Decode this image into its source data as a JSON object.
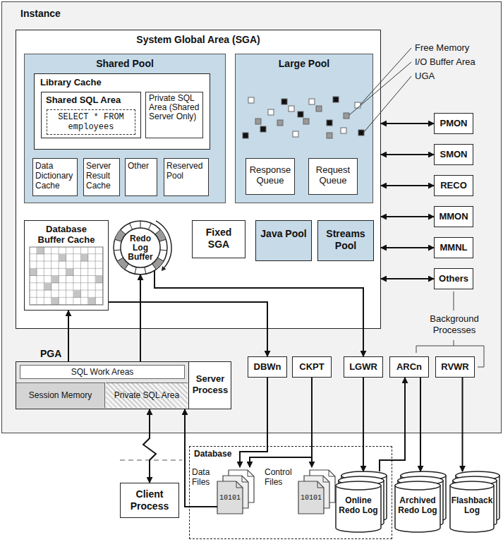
{
  "diagram": {
    "nodes": [
      {
        "text": [
          "Instance"
        ]
      },
      {
        "text": [
          "System Global Area (SGA)"
        ],
        "in": 0
      },
      {
        "text": [
          "Shared Pool"
        ],
        "in": 1
      },
      {
        "text": [
          "Library Cache"
        ],
        "in": 2
      },
      {
        "text": [
          "Shared SQL Area"
        ],
        "in": 3
      },
      {
        "text": [
          "SELECT * FROM employees"
        ],
        "in": 4
      },
      {
        "text": [
          "Private SQL Area (Shared Server Only)"
        ],
        "in": 3
      },
      {
        "text": [
          "Data Dictionary Cache"
        ],
        "in": 2
      },
      {
        "text": [
          "Server Result Cache"
        ],
        "in": 2
      },
      {
        "text": [
          "Other"
        ],
        "in": 2
      },
      {
        "text": [
          "Reserved Pool"
        ],
        "in": 2
      },
      {
        "text": [
          "Large Pool"
        ],
        "in": 1
      },
      {
        "text": [
          "Response Queue"
        ],
        "in": 11
      },
      {
        "text": [
          "Request Queue"
        ],
        "in": 11
      },
      {
        "text": [
          "Database Buffer Cache"
        ],
        "in": 1
      },
      {
        "text": [
          "Redo Log Buffer"
        ],
        "in": 1
      },
      {
        "text": [
          "Fixed SGA"
        ],
        "in": 1
      },
      {
        "text": [
          "Java Pool"
        ],
        "in": 1
      },
      {
        "text": [
          "Streams Pool"
        ],
        "in": 1
      },
      {
        "text": [
          "PMON"
        ],
        "in": 0
      },
      {
        "text": [
          "SMON"
        ],
        "in": 0
      },
      {
        "text": [
          "RECO"
        ],
        "in": 0
      },
      {
        "text": [
          "MMON"
        ],
        "in": 0
      },
      {
        "text": [
          "MMNL"
        ],
        "in": 0
      },
      {
        "text": [
          "Others"
        ],
        "in": 0
      },
      {
        "text": [
          "Server Process"
        ],
        "in": 0
      },
      {
        "text": [
          "PGA"
        ],
        "in": 25
      },
      {
        "text": [
          "SQL Work Areas"
        ],
        "in": 26
      },
      {
        "text": [
          "Session Memory"
        ],
        "in": 26
      },
      {
        "text": [
          "Private SQL Area"
        ],
        "in": 26
      },
      {
        "text": [
          "DBWn"
        ],
        "in": 0
      },
      {
        "text": [
          "CKPT"
        ],
        "in": 0
      },
      {
        "text": [
          "LGWR"
        ],
        "in": 0
      },
      {
        "text": [
          "ARCn"
        ],
        "in": 0
      },
      {
        "text": [
          "RVWR"
        ],
        "in": 0
      },
      {
        "text": [
          "Client Process"
        ]
      },
      {
        "text": [
          "Database"
        ]
      },
      {
        "text": [
          "Data Files",
          "10101"
        ],
        "in": 36
      },
      {
        "text": [
          "Control Files",
          "10101"
        ],
        "in": 36
      },
      {
        "text": [
          "Online Redo Log"
        ],
        "in": 36
      },
      {
        "text": [
          "Archived Redo Log"
        ]
      },
      {
        "text": [
          "Flashback Log"
        ]
      }
    ],
    "edges": [
      {
        "from": 1,
        "to": 19,
        "arrow": "both"
      },
      {
        "from": 1,
        "to": 20,
        "arrow": "both"
      },
      {
        "from": 1,
        "to": 21,
        "arrow": "both"
      },
      {
        "from": 1,
        "to": 22,
        "arrow": "both"
      },
      {
        "from": 1,
        "to": 23,
        "arrow": "both"
      },
      {
        "from": 1,
        "to": 24,
        "arrow": "both"
      },
      {
        "from": 25,
        "to": 14,
        "arrow": "to"
      },
      {
        "from": 25,
        "to": 15,
        "arrow": "to"
      },
      {
        "from": 14,
        "to": 30,
        "arrow": "to"
      },
      {
        "from": 15,
        "to": 32,
        "arrow": "to"
      },
      {
        "from": 30,
        "to": 37,
        "arrow": "to"
      },
      {
        "from": 31,
        "to": 37,
        "arrow": "to"
      },
      {
        "from": 31,
        "to": 38,
        "arrow": "to"
      },
      {
        "from": 32,
        "to": 39,
        "arrow": "to"
      },
      {
        "from": 39,
        "to": 33,
        "arrow": "to"
      },
      {
        "from": 33,
        "to": 40,
        "arrow": "to"
      },
      {
        "from": 34,
        "to": 41,
        "arrow": "to"
      },
      {
        "from": 35,
        "to": 25,
        "arrow": "both"
      },
      {
        "from": 37,
        "to": 25,
        "arrow": "to"
      }
    ],
    "labels": [
      "Free Memory",
      "I/O Buffer Area",
      "UGA",
      "Background Processes"
    ]
  }
}
